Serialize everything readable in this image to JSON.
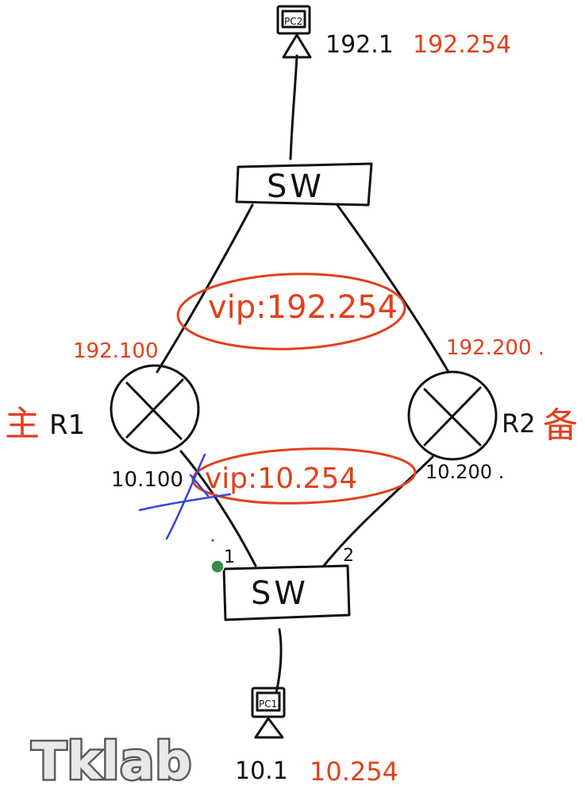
{
  "top_pc": {
    "label": "PC2",
    "ip": "192.1",
    "gateway": "192.254"
  },
  "top_switch": {
    "label": "SW"
  },
  "vip_top": {
    "label": "vip:192.254"
  },
  "r1": {
    "ip_upper": "192.100",
    "name": "R1",
    "role": "主",
    "ip_lower": "10.100"
  },
  "r2": {
    "ip_upper": "192.200 .",
    "name": "R2",
    "role": "备",
    "ip_lower": "10.200 ."
  },
  "vip_bottom": {
    "label": "vip:10.254"
  },
  "bottom_switch": {
    "label": "SW",
    "port1": "1",
    "port2": "2"
  },
  "bottom_pc": {
    "label": "PC1",
    "ip": "10.1",
    "gateway": "10.254"
  },
  "watermark": {
    "text": "Tklab"
  },
  "colors": {
    "ink": "#111111",
    "annotation": "#e2401c",
    "strike": "#3344dd",
    "cursor": "#3a8a4a"
  },
  "icons": {
    "router": "router-cross-icon",
    "pc": "pc-terminal-icon",
    "link-failure": "strike-x-icon"
  }
}
